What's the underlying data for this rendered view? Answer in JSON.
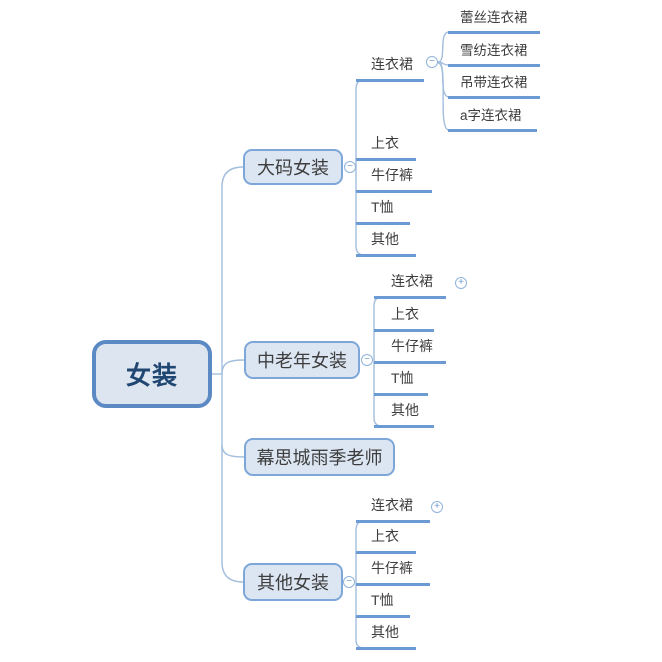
{
  "icons": {
    "collapse": "−",
    "expand": "+"
  },
  "colors": {
    "root_fill": "#dde5f0",
    "root_border": "#5b89c4",
    "root_text": "#204672",
    "node_fill": "#dce6f2",
    "node_border": "#7da7d9",
    "node_text": "#3d3d3d",
    "underline": "#6b9ad4",
    "connector": "#a3bedd"
  },
  "mindmap": {
    "root": {
      "label": "女装"
    },
    "branches": [
      {
        "label": "大码女装",
        "toggle": "collapse",
        "children": [
          {
            "label": "连衣裙",
            "toggle": "collapse",
            "children": [
              {
                "label": "蕾丝连衣裙"
              },
              {
                "label": "雪纺连衣裙"
              },
              {
                "label": "吊带连衣裙"
              },
              {
                "label": "a字连衣裙"
              }
            ]
          },
          {
            "label": "上衣"
          },
          {
            "label": "牛仔裤"
          },
          {
            "label": "T恤"
          },
          {
            "label": "其他"
          }
        ]
      },
      {
        "label": "中老年女装",
        "toggle": "collapse",
        "children": [
          {
            "label": "连衣裙",
            "toggle": "expand"
          },
          {
            "label": "上衣"
          },
          {
            "label": "牛仔裤"
          },
          {
            "label": "T恤"
          },
          {
            "label": "其他"
          }
        ]
      },
      {
        "label": "幕思城雨季老师"
      },
      {
        "label": "其他女装",
        "toggle": "collapse",
        "children": [
          {
            "label": "连衣裙",
            "toggle": "expand"
          },
          {
            "label": "上衣"
          },
          {
            "label": "牛仔裤"
          },
          {
            "label": "T恤"
          },
          {
            "label": "其他"
          }
        ]
      }
    ]
  }
}
